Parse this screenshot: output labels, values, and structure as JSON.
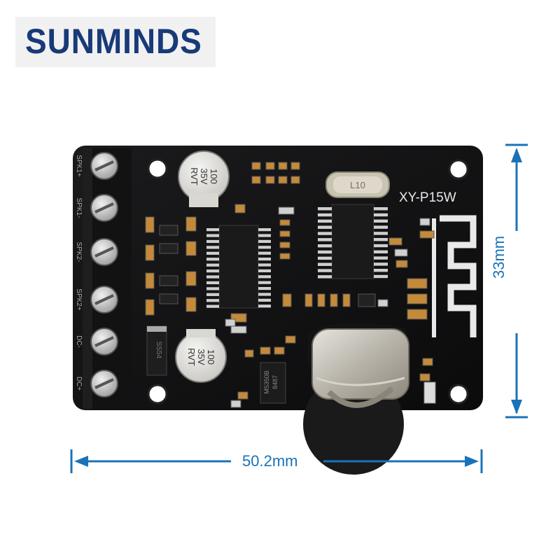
{
  "brand": {
    "text": "SUNMINDS",
    "color": "#183a78"
  },
  "board": {
    "model": "XY-P15W",
    "crystal_marking": "L10",
    "capacitors": [
      {
        "lines": [
          "100",
          "35V",
          "RVT"
        ]
      },
      {
        "lines": [
          "100",
          "35V",
          "RVT"
        ]
      }
    ],
    "terminal_labels": [
      "SPK1+",
      "SPK1-",
      "SPK2-",
      "SPK2+",
      "DC-",
      "DC+"
    ],
    "regulator_marking": [
      "M5350B",
      "8487"
    ],
    "diode_marking": "SS54"
  },
  "dimensions": {
    "width": "50.2mm",
    "height": "33mm",
    "color": "#1a73b8"
  }
}
